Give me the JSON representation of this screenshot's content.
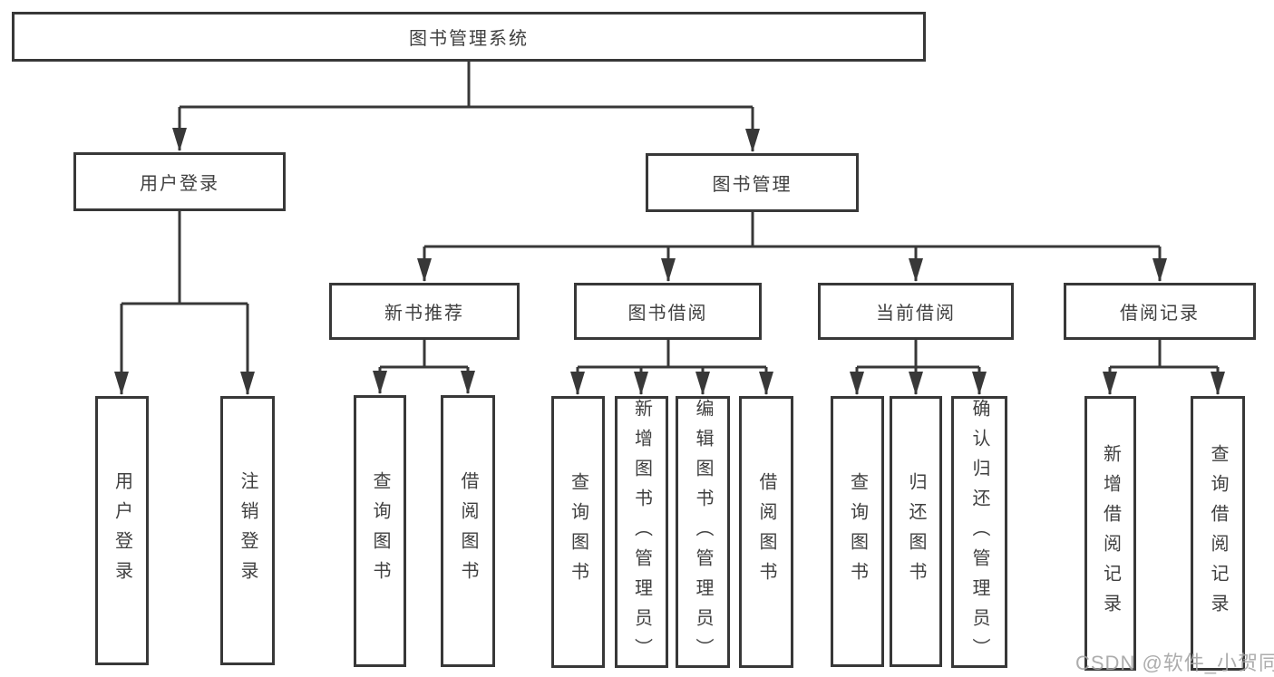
{
  "nodes": {
    "root": "图书管理系统",
    "user_login": "用户登录",
    "book_management": "图书管理",
    "new_book_recommend": "新书推荐",
    "book_borrow": "图书借阅",
    "current_borrow": "当前借阅",
    "borrow_record": "借阅记录",
    "leaf_user_login": "用户登录",
    "leaf_logout": "注销登录",
    "leaf_nbr_query_book": "查询图书",
    "leaf_nbr_borrow_book": "借阅图书",
    "leaf_bb_query_book": "查询图书",
    "leaf_bb_add_book": "新增图书（管理员）",
    "leaf_bb_edit_book": "编辑图书（管理员）",
    "leaf_bb_borrow_book": "借阅图书",
    "leaf_cb_query_book": "查询图书",
    "leaf_cb_return_book": "归还图书",
    "leaf_cb_confirm_return": "确认归还（管理员）",
    "leaf_br_add_record": "新增借阅记录",
    "leaf_br_query_record": "查询借阅记录"
  },
  "watermark": "CSDN @软件_小贺同学",
  "colors": {
    "line": "#383838",
    "text": "#404040",
    "watermark": "#a4a4a4",
    "background": "#ffffff"
  }
}
